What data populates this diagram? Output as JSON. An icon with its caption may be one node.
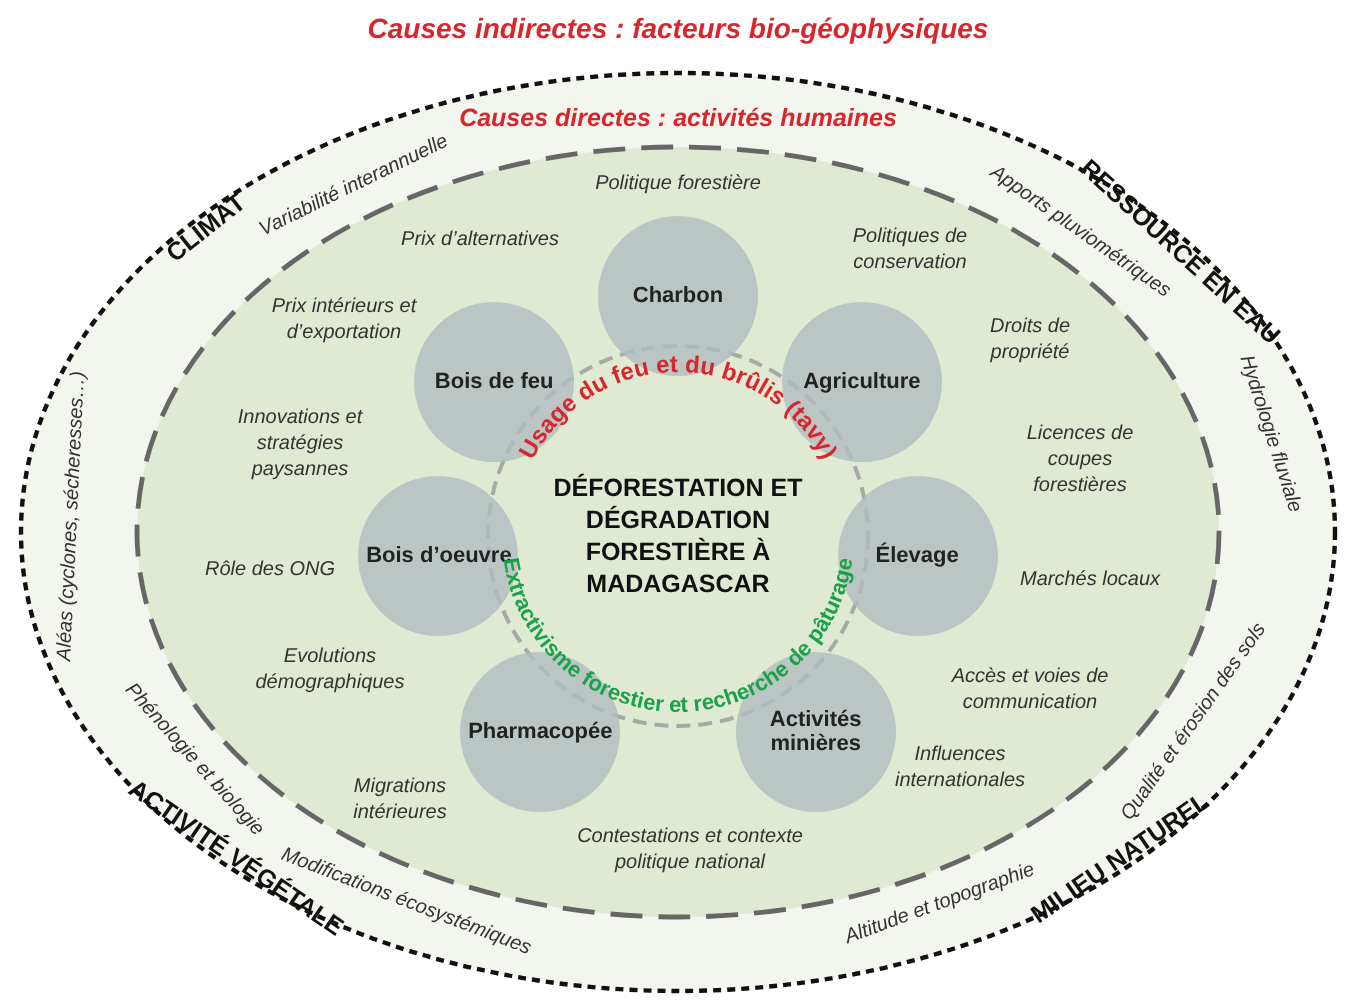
{
  "diagram": {
    "nodes": [
      {
        "text": [
          "Causes indirectes : facteurs bio-géophysiques"
        ]
      },
      {
        "text": [
          "Causes directes : activités humaines"
        ],
        "in": 0
      },
      {
        "text": [
          "DÉFORESTATION ET DÉGRADATION FORESTIÈRE À MADAGASCAR"
        ],
        "in": 1
      },
      {
        "text": [
          "Charbon"
        ],
        "in": 1
      },
      {
        "text": [
          "Bois de feu"
        ],
        "in": 1
      },
      {
        "text": [
          "Agriculture"
        ],
        "in": 1
      },
      {
        "text": [
          "Bois d’oeuvre"
        ],
        "in": 1
      },
      {
        "text": [
          "Élevage"
        ],
        "in": 1
      },
      {
        "text": [
          "Pharmacopée"
        ],
        "in": 1
      },
      {
        "text": [
          "Activités minières"
        ],
        "in": 1
      }
    ],
    "labels": [
      "CLIMAT",
      "Variabilité interannuelle",
      "Apports pluviométriques",
      "RESSOURCE EN EAU",
      "Hydrologie fluviale",
      "Aléas (cyclones, sécheresses…)",
      "Phénologie et biologie",
      "Qualité et érosion des sols",
      "ACTIVITÉ VÉGÉTALE",
      "Modifications écosystémiques",
      "Altitude et topographie",
      "MILIEU NATUREL",
      "Politique forestière",
      "Prix d’alternatives",
      "Politiques de conservation",
      "Prix intérieurs et d’exportation",
      "Droits de propriété",
      "Innovations et stratégies paysannes",
      "Licences de coupes forestières",
      "Rôle des ONG",
      "Marchés locaux",
      "Evolutions démographiques",
      "Accès et voies de communication",
      "Migrations intérieures",
      "Influences internationales",
      "Contestations et contexte politique national",
      "Usage du feu et du brûlis (tavy)",
      "Extractivisme forestier et recherche de pâturage"
    ]
  }
}
